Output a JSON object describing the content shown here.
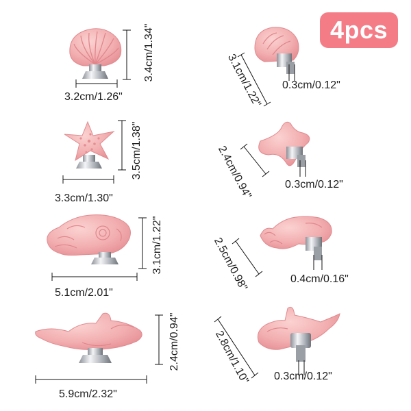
{
  "badge": {
    "text": "4pcs"
  },
  "products": [
    {
      "name": "seashell",
      "width_label": "3.2cm/1.26\"",
      "height_label": "3.4cm/1.34\"",
      "side_height_label": "3.1cm/1.22\"",
      "screw_label": "0.3cm/0.12\""
    },
    {
      "name": "starfish",
      "width_label": "3.3cm/1.30\"",
      "height_label": "3.5cm/1.38\"",
      "side_height_label": "2.4cm/0.94\"",
      "screw_label": "0.3cm/0.12\""
    },
    {
      "name": "octopus",
      "width_label": "5.1cm/2.01\"",
      "height_label": "3.1cm/1.22\"",
      "side_height_label": "2.5cm/0.98\"",
      "screw_label": "0.4cm/0.16\""
    },
    {
      "name": "dolphin",
      "width_label": "5.9cm/2.32\"",
      "height_label": "2.4cm/0.94\"",
      "side_height_label": "2.8cm/1.10\"",
      "screw_label": "0.3cm/0.12\""
    }
  ],
  "colors": {
    "ceramic_pink": "#f2aeb0",
    "ceramic_shadow": "#e58d92",
    "badge": "#f47c87",
    "metal": "#c9ccd2"
  }
}
